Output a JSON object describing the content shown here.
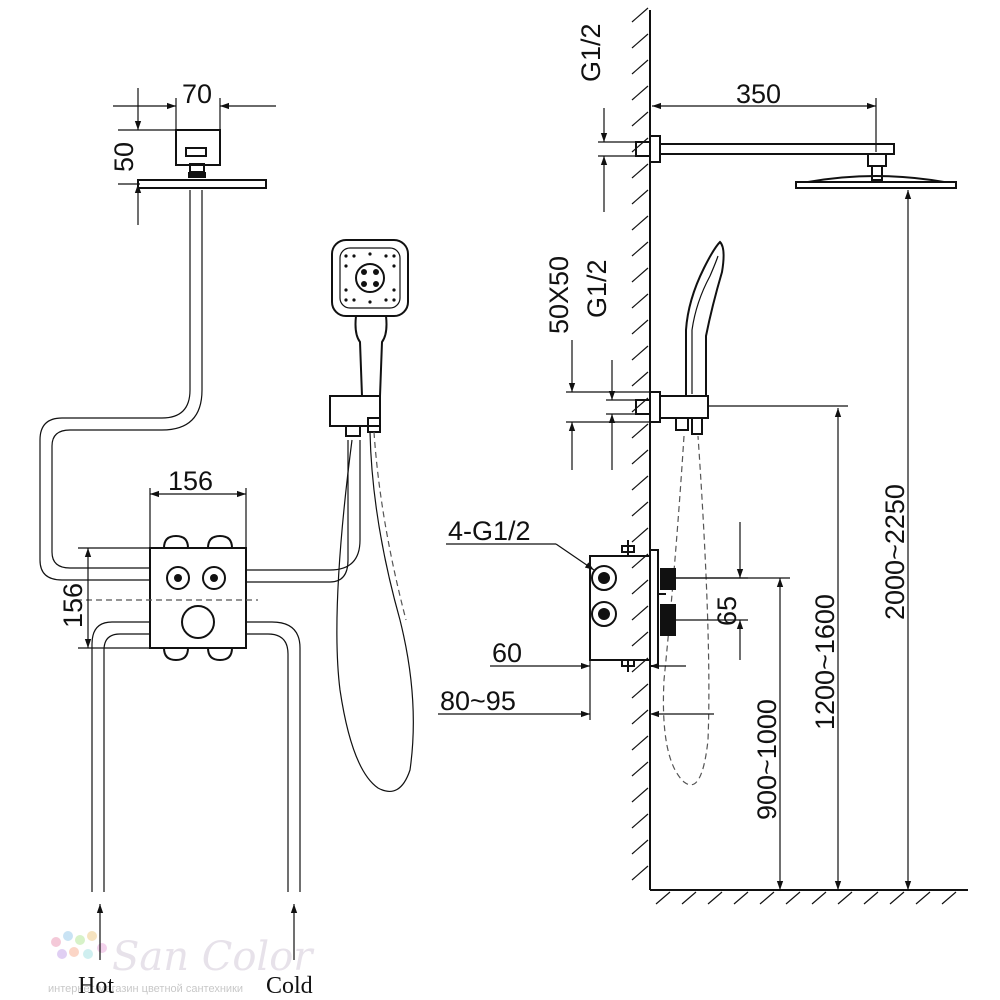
{
  "watermark": {
    "brand": "San Color",
    "tagline": "интернет-магазин цветной сантехники"
  },
  "front_view": {
    "dimensions": {
      "head_width": "70",
      "head_height": "50",
      "valve_width": "156",
      "valve_height": "156"
    },
    "inlets": {
      "hot": "Hot",
      "cold": "Cold"
    }
  },
  "side_view": {
    "dimensions": {
      "arm_thread": "G1/2",
      "arm_length": "350",
      "holder_size": "50X50",
      "holder_thread": "G1/2",
      "valve_threads": "4-G1/2",
      "valve_spacing": "65",
      "valve_depth": "60",
      "wall_depth": "80~95",
      "valve_height": "900~1000",
      "holder_height": "1200~1600",
      "head_height": "2000~2250"
    }
  }
}
